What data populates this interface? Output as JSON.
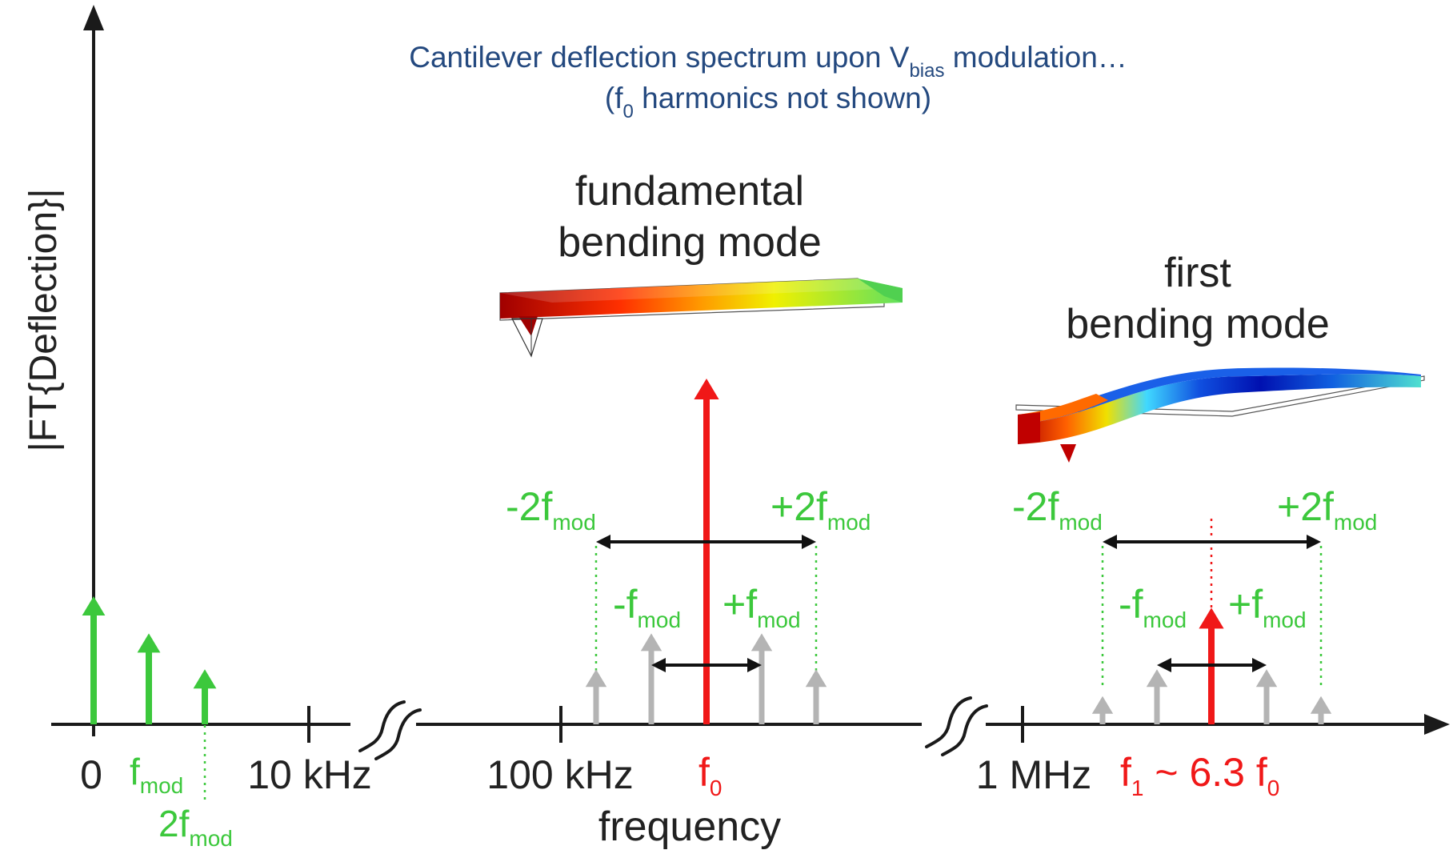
{
  "title": {
    "line1_prefix": "Cantilever deflection spectrum upon V",
    "line1_sub": "bias",
    "line1_suffix": " modulation…",
    "line2_prefix": "(f",
    "line2_sub": "0",
    "line2_suffix": " harmonics not shown)"
  },
  "y_axis_label": "|FT{Deflection}|",
  "x_axis_label": "frequency",
  "ticks": {
    "zero": "0",
    "ten_khz": "10 kHz",
    "hundred_khz": "100 kHz",
    "one_mhz": "1 MHz"
  },
  "low_freq_labels": {
    "fmod_base": "f",
    "fmod_sub": "mod",
    "two_fmod_base": "2f",
    "two_fmod_sub": "mod"
  },
  "mode0": {
    "title_line1": "fundamental",
    "title_line2": "bending mode",
    "freq_base": "f",
    "freq_sub": "0",
    "minus2_base": "-2f",
    "plus2_base": "+2f",
    "minus1_base": "-f",
    "plus1_base": "+f",
    "sub": "mod"
  },
  "mode1": {
    "title_line1": "first",
    "title_line2": "bending mode",
    "freq_prefix": "f",
    "freq_sub1": "1",
    "freq_middle": " ~ 6.3 f",
    "freq_sub2": "0",
    "minus2_base": "-2f",
    "plus2_base": "+2f",
    "minus1_base": "-f",
    "plus1_base": "+f",
    "sub": "mod"
  },
  "colors": {
    "title": "#24497f",
    "green": "#3cc83c",
    "red": "#f01818",
    "gray": "#b4b4b4",
    "axis": "#1a1a1a",
    "text": "#222222"
  },
  "peaks": {
    "dc": 1.0,
    "fmod": 0.71,
    "two_fmod": 0.43,
    "f0": 2.7,
    "f0_sideband_1": 0.71,
    "f0_sideband_2": 0.43,
    "f1": 0.91,
    "f1_sideband_1": 0.43,
    "f1_sideband_2": 0.22
  }
}
